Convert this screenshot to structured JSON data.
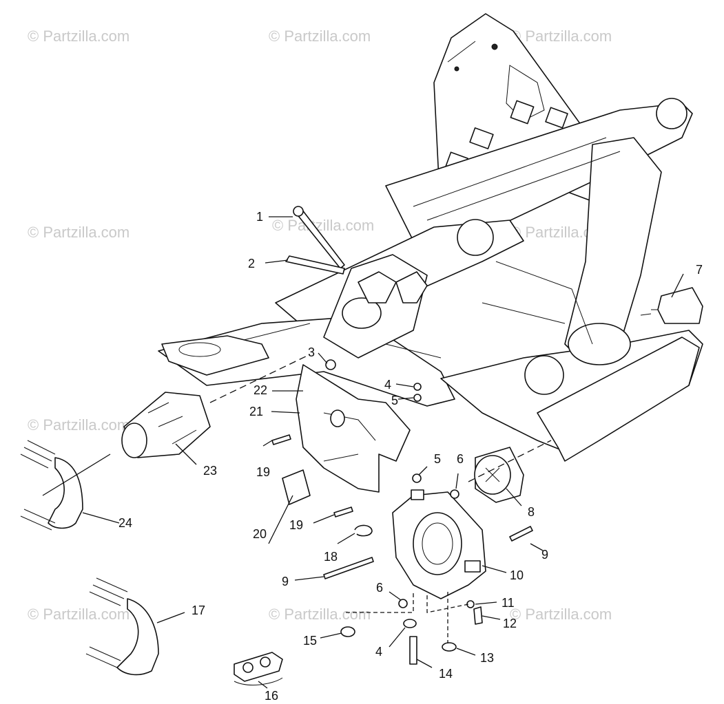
{
  "watermark": "© Partzilla.com",
  "callouts": [
    {
      "id": "c1",
      "label": "1"
    },
    {
      "id": "c2",
      "label": "2"
    },
    {
      "id": "c3",
      "label": "3"
    },
    {
      "id": "c4a",
      "label": "4"
    },
    {
      "id": "c4b",
      "label": "4"
    },
    {
      "id": "c5a",
      "label": "5"
    },
    {
      "id": "c5b",
      "label": "5"
    },
    {
      "id": "c6a",
      "label": "6"
    },
    {
      "id": "c6b",
      "label": "6"
    },
    {
      "id": "c7",
      "label": "7"
    },
    {
      "id": "c8",
      "label": "8"
    },
    {
      "id": "c9a",
      "label": "9"
    },
    {
      "id": "c9b",
      "label": "9"
    },
    {
      "id": "c10",
      "label": "10"
    },
    {
      "id": "c11",
      "label": "11"
    },
    {
      "id": "c12",
      "label": "12"
    },
    {
      "id": "c13",
      "label": "13"
    },
    {
      "id": "c14",
      "label": "14"
    },
    {
      "id": "c15",
      "label": "15"
    },
    {
      "id": "c16",
      "label": "16"
    },
    {
      "id": "c17",
      "label": "17"
    },
    {
      "id": "c18",
      "label": "18"
    },
    {
      "id": "c19a",
      "label": "19"
    },
    {
      "id": "c19b",
      "label": "19"
    },
    {
      "id": "c20",
      "label": "20"
    },
    {
      "id": "c21",
      "label": "21"
    },
    {
      "id": "c22",
      "label": "22"
    },
    {
      "id": "c23",
      "label": "23"
    },
    {
      "id": "c24",
      "label": "24"
    }
  ]
}
